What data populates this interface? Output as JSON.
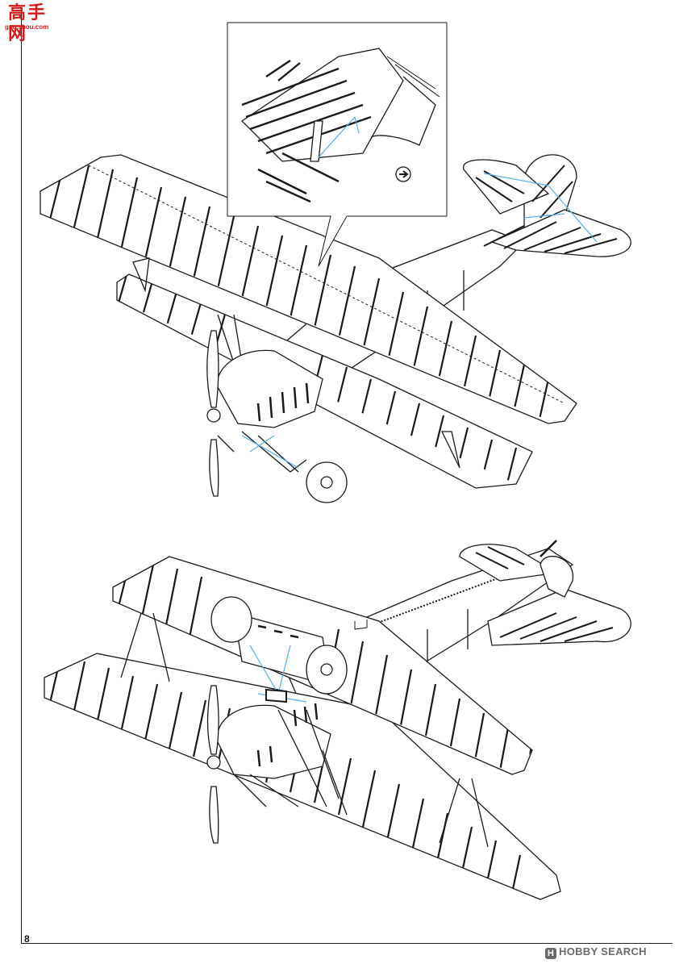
{
  "logo": {
    "main": "高手网",
    "sub": "gao.shou.com"
  },
  "page": {
    "number": "8"
  },
  "watermark": {
    "badge": "H",
    "text": "HOBBY SEARCH"
  },
  "colors": {
    "line": "#1a1a1a",
    "rigging": "#5aaee0",
    "logo": "#d21a1a",
    "watermark": "#6a6a6a"
  },
  "icons": {
    "detail_arrow": "arrow-right-icon"
  }
}
